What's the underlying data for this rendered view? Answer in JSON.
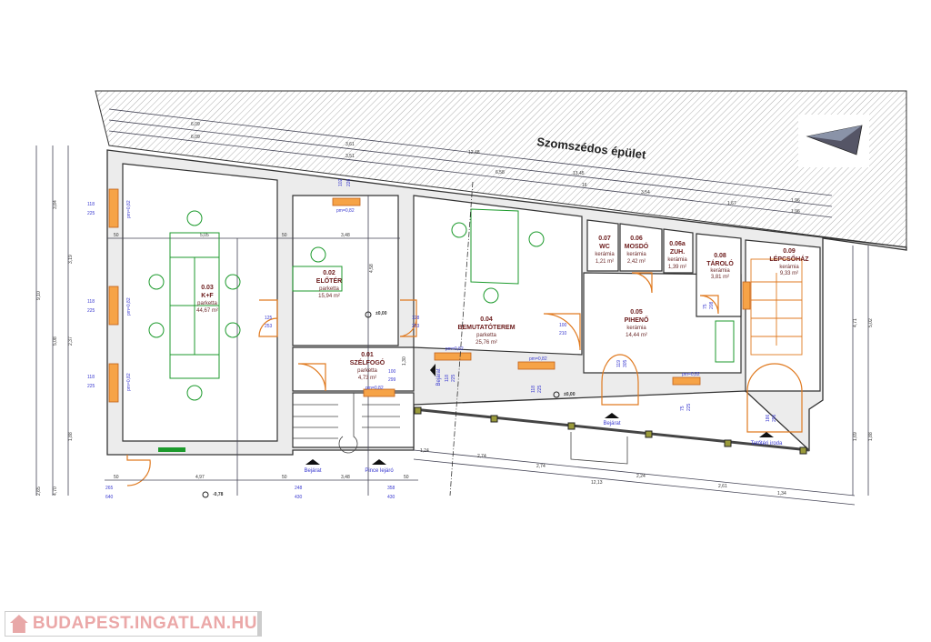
{
  "neighbor_label": "Szomszédos épület",
  "rooms": [
    {
      "no": "0.01",
      "name": "SZÉLFOGÓ",
      "floor": "parketta",
      "area": "4,73 m²"
    },
    {
      "no": "0.02",
      "name": "ELŐTÉR",
      "floor": "parketta",
      "area": "15,94 m²"
    },
    {
      "no": "0.03",
      "name": "K+F",
      "floor": "parketta",
      "area": "44,67 m²"
    },
    {
      "no": "0.04",
      "name": "BEMUTATÓTEREM",
      "floor": "parketta",
      "area": "25,76 m²"
    },
    {
      "no": "0.05",
      "name": "PIHENŐ",
      "floor": "kerámia",
      "area": "14,44 m²"
    },
    {
      "no": "0.06",
      "name": "MOSDÓ",
      "floor": "kerámia",
      "area": "2,42 m²"
    },
    {
      "no": "0.06a",
      "name": "ZUH.",
      "floor": "kerámia",
      "area": "1,39 m²"
    },
    {
      "no": "0.07",
      "name": "WC",
      "floor": "kerámia",
      "area": "1,21 m²"
    },
    {
      "no": "0.08",
      "name": "TÁROLÓ",
      "floor": "kerámia",
      "area": "3,81 m²"
    },
    {
      "no": "0.09",
      "name": "LÉPCSŐHÁZ",
      "floor": "kerámia",
      "area": "9,33 m²"
    }
  ],
  "entrances": [
    "Bejárat",
    "Pince lejáró",
    "Bejárat",
    "Bejárat",
    "Tetőtéri iroda"
  ],
  "levels": [
    "±0,00",
    "±0,00",
    "-0,78"
  ],
  "dimensions": {
    "top": [
      "6,09",
      "6,09",
      "3,61",
      "3,51",
      "12,48",
      "6,58",
      "13,45",
      "16",
      "3,54",
      "1,67",
      "1,96",
      "1,96"
    ],
    "left": [
      "9,10",
      "3,84",
      "3,19",
      "2,37",
      "5,08",
      "1,88",
      "2,65",
      "4,70"
    ],
    "right": [
      "4,71",
      "5,02",
      "1,69",
      "1,88"
    ],
    "bottom": [
      "50",
      "4,97",
      "50",
      "3,48",
      "50",
      "1,24",
      "2,74",
      "2,74",
      "12,13",
      "2,24",
      "2,61",
      "1,34"
    ],
    "inner": [
      "50",
      "5,05",
      "50",
      "3,48",
      "4,58",
      "1,30"
    ]
  },
  "openings": [
    {
      "w": "118",
      "h": "225",
      "sill": "pm=0,82"
    },
    {
      "w": "118",
      "h": "225",
      "sill": "pm=0,82"
    },
    {
      "w": "118",
      "h": "225",
      "sill": "pm=0,82"
    },
    {
      "w": "102",
      "h": "226",
      "sill": "pm=0,82"
    },
    {
      "w": "125",
      "h": "253"
    },
    {
      "w": "128",
      "h": "253"
    },
    {
      "w": "100",
      "h": "299",
      "sill": "pm=0,82"
    },
    {
      "w": "100",
      "h": "210"
    },
    {
      "w": "118",
      "h": "225",
      "sill": "pm=0,82"
    },
    {
      "w": "118",
      "h": "225",
      "sill": "pm=0,82"
    },
    {
      "w": "119",
      "h": "305"
    },
    {
      "w": "75",
      "h": "225",
      "sill": "pm=0,82"
    },
    {
      "w": "75",
      "h": "208"
    },
    {
      "w": "186",
      "h": "296"
    },
    {
      "w": "265",
      "h": "640"
    },
    {
      "w": "248",
      "h": "430"
    },
    {
      "w": "358",
      "h": "430"
    }
  ],
  "watermark": "BUDAPEST.INGATLAN.HU",
  "colors": {
    "walls": "#ececec",
    "doors": "#e07a20",
    "furniture": "#1c9a2c",
    "dimensions": "#3a3ad0",
    "room_labels": "#6b1a1a"
  }
}
